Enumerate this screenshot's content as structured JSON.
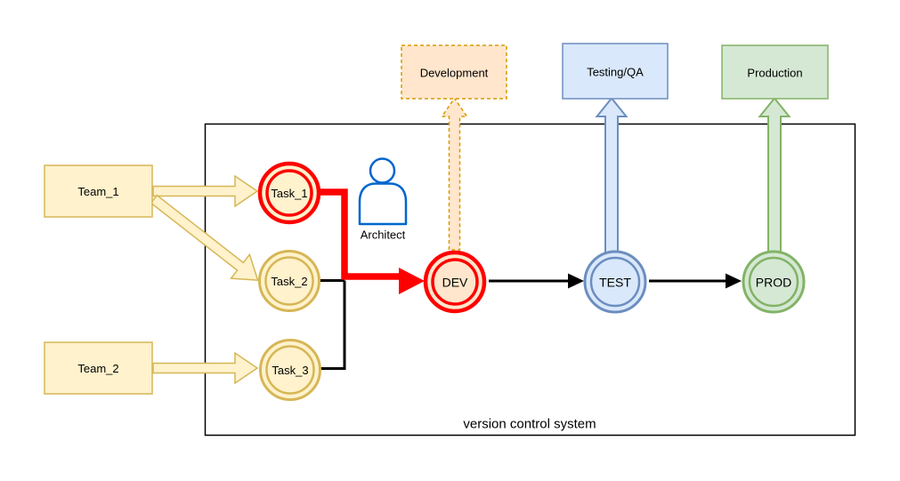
{
  "diagram": {
    "container_label": "version control system",
    "environments": [
      {
        "label": "Development"
      },
      {
        "label": "Testing/QA"
      },
      {
        "label": "Production"
      }
    ],
    "teams": [
      {
        "label": "Team_1"
      },
      {
        "label": "Team_2"
      }
    ],
    "tasks": [
      {
        "label": "Task_1"
      },
      {
        "label": "Task_2"
      },
      {
        "label": "Task_3"
      }
    ],
    "stages": [
      {
        "label": "DEV"
      },
      {
        "label": "TEST"
      },
      {
        "label": "PROD"
      }
    ],
    "actor": {
      "label": "Architect"
    },
    "colors": {
      "yellow_fill": "#FFF2CC",
      "yellow_stroke": "#D6B656",
      "orange_fill": "#FFE6CC",
      "orange_stroke": "#D79B00",
      "blue_fill": "#DAE8FC",
      "blue_stroke": "#6C8EBF",
      "green_fill": "#D5E8D4",
      "green_stroke": "#82B366",
      "highlight_red": "#FF0000",
      "actor_blue": "#0066CC",
      "connector_black": "#000000",
      "container_stroke": "#000000"
    }
  }
}
